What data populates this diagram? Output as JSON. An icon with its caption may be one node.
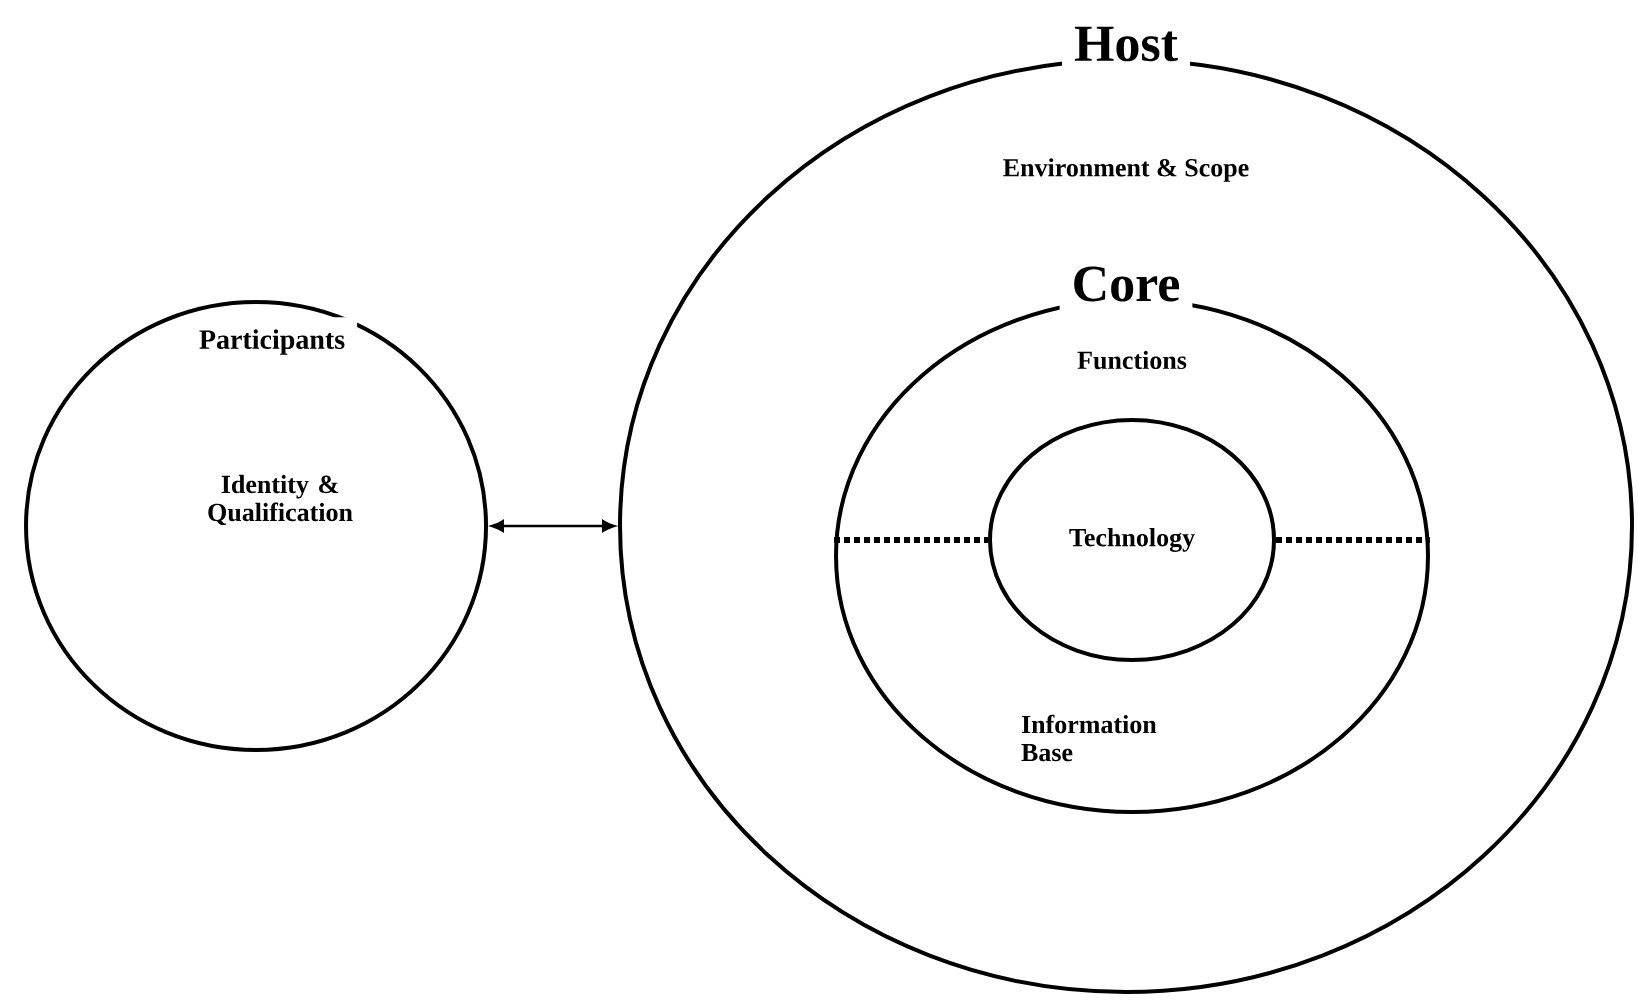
{
  "diagram": {
    "nodes": [
      {
        "text": [
          "Participants",
          "Identity & Qualification"
        ]
      },
      {
        "text": [
          "Host",
          "Environment & Scope"
        ]
      },
      {
        "text": [
          "Core",
          "Functions",
          "Information Base"
        ],
        "in": 1
      },
      {
        "text": [
          "Technology"
        ],
        "in": 2
      }
    ],
    "edges": [
      {
        "from": 0,
        "to": 1,
        "arrow": "both"
      }
    ]
  }
}
